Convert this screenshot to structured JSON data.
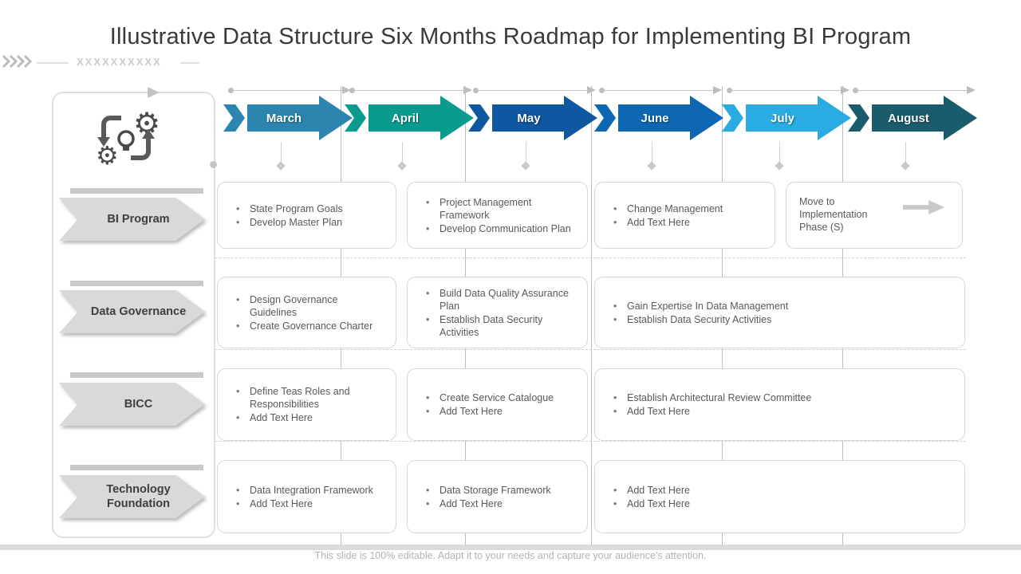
{
  "slide": {
    "title": "Illustrative Data Structure Six Months Roadmap for Implementing BI Program",
    "subtitle_placeholder": "XXXXXXXXXX",
    "footer": "This slide is 100% editable. Adapt it to your needs and capture your audience's attention."
  },
  "icons": {
    "sidebar_icon": "process-gears-lightbulb-icon"
  },
  "months": [
    {
      "label": "March",
      "color": "#2c85af"
    },
    {
      "label": "April",
      "color": "#0a9b8f"
    },
    {
      "label": "May",
      "color": "#0f57a0"
    },
    {
      "label": "June",
      "color": "#0e67b2"
    },
    {
      "label": "July",
      "color": "#2aace3"
    },
    {
      "label": "August",
      "color": "#1a5c6b"
    }
  ],
  "rows": [
    {
      "label": "BI Program",
      "boxes": [
        {
          "bullets": [
            "State Program Goals",
            "Develop Master Plan"
          ]
        },
        {
          "bullets": [
            "Project Management Framework",
            "Develop Communication Plan"
          ]
        },
        {
          "bullets": [
            "Change Management",
            "Add Text Here"
          ]
        },
        {
          "text": "Move to Implementation Phase (S)"
        }
      ]
    },
    {
      "label": "Data Governance",
      "boxes": [
        {
          "bullets": [
            "Design Governance Guidelines",
            "Create Governance  Charter"
          ]
        },
        {
          "bullets": [
            "Build Data Quality Assurance Plan",
            "Establish Data Security Activities"
          ]
        },
        {
          "bullets": [
            "Gain Expertise In Data Management",
            "Establish Data Security Activities"
          ]
        }
      ]
    },
    {
      "label": "BICC",
      "boxes": [
        {
          "bullets": [
            "Define Teas Roles and Responsibilities",
            "Add Text Here"
          ]
        },
        {
          "bullets": [
            "Create Service Catalogue",
            "Add Text Here"
          ]
        },
        {
          "bullets": [
            "Establish Architectural Review Committee",
            "Add Text Here"
          ]
        }
      ]
    },
    {
      "label": "Technology Foundation",
      "boxes": [
        {
          "bullets": [
            "Data Integration Framework",
            "Add Text Here"
          ]
        },
        {
          "bullets": [
            "Data Storage Framework",
            "Add Text Here"
          ]
        },
        {
          "bullets": [
            "Add Text Here",
            "Add Text Here"
          ]
        }
      ]
    }
  ]
}
